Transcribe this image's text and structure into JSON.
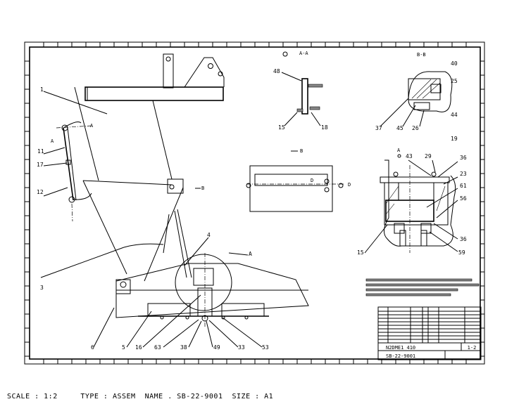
{
  "drawing": {
    "balloons_main": {
      "b1": "1",
      "b11": "11",
      "b17": "17",
      "b12": "12",
      "b3": "3",
      "b4": "4",
      "bA": "A",
      "b6": "6",
      "b5": "5",
      "b16": "16",
      "b63": "63",
      "b38": "38",
      "b49": "49",
      "b33": "33",
      "b53": "53"
    },
    "section_markers": {
      "aa_top": "A",
      "aa_side": "A",
      "b_arrow": "B",
      "b_view": "B",
      "d_left": "D",
      "d_right": "D",
      "a_detail": "A"
    },
    "view_aa": {
      "title": "A-A",
      "b48": "48",
      "b15": "15",
      "b18": "18"
    },
    "view_bb": {
      "title": "B-B",
      "b40": "40",
      "b25": "25",
      "b44": "44",
      "b19": "19",
      "b37": "37",
      "b45": "45",
      "b26": "26"
    },
    "detail_a": {
      "b43": "43",
      "b29": "29",
      "b36a": "36",
      "b23": "23",
      "b61": "61",
      "b56": "56",
      "b36b": "36",
      "b59": "59",
      "b15": "15"
    },
    "title_block": {
      "drawing_title": "N2DME1 410",
      "drawing_number": "SB-22-9001",
      "sheet": "1-2"
    }
  },
  "status_bar": {
    "text": "SCALE : 1:2     TYPE : ASSEM  NAME . SB-22-9001  SIZE : A1"
  }
}
